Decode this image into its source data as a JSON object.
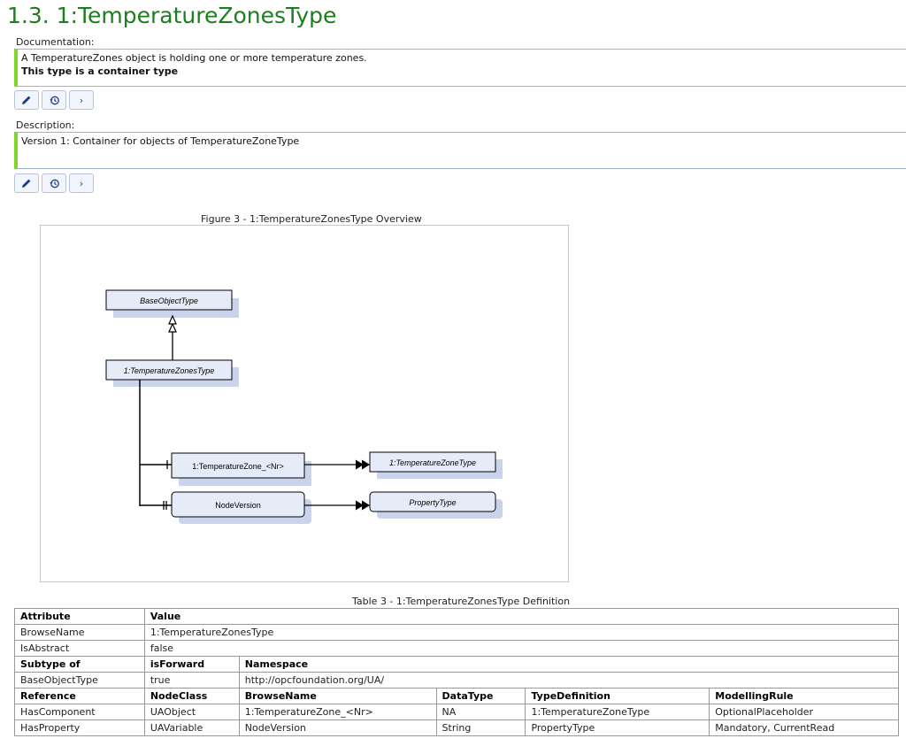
{
  "heading": "1.3. 1:TemperatureZonesType",
  "documentation": {
    "label": "Documentation:",
    "line1": "A TemperatureZones object is holding one or more temperature zones.",
    "line2": "This type is a container type"
  },
  "description": {
    "label": "Description:",
    "line1": "Version 1: Container for objects of TemperatureZoneType"
  },
  "buttons": {
    "edit_icon": "pencil-icon",
    "history_icon": "history-icon",
    "expand_icon": "chevron-right-icon",
    "expand_glyph": "›"
  },
  "figure": {
    "caption": "Figure 3 - 1:TemperatureZonesType Overview",
    "base": "BaseObjectType",
    "type": "1:TemperatureZonesType",
    "zone": "1:TemperatureZone_<Nr>",
    "zone_type": "1:TemperatureZoneType",
    "nodeversion": "NodeVersion",
    "property_type": "PropertyType"
  },
  "table": {
    "caption": "Table 3 - 1:TemperatureZonesType Definition",
    "attr_header": [
      "Attribute",
      "Value"
    ],
    "attr_rows": [
      [
        "BrowseName",
        "1:TemperatureZonesType"
      ],
      [
        "IsAbstract",
        "false"
      ]
    ],
    "subtype_header": [
      "Subtype of",
      "isForward",
      "Namespace"
    ],
    "subtype_row": [
      "BaseObjectType",
      "true",
      "http://opcfoundation.org/UA/"
    ],
    "ref_header": [
      "Reference",
      "NodeClass",
      "BrowseName",
      "DataType",
      "TypeDefinition",
      "ModellingRule"
    ],
    "ref_rows": [
      [
        "HasComponent",
        "UAObject",
        "1:TemperatureZone_<Nr>",
        "NA",
        "1:TemperatureZoneType",
        "OptionalPlaceholder"
      ],
      [
        "HasProperty",
        "UAVariable",
        "NodeVersion",
        "String",
        "PropertyType",
        "Mandatory, CurrentRead"
      ]
    ]
  },
  "colors": {
    "heading": "#1e7d1e",
    "accent_bar": "#7fd62b",
    "box_fill": "#e6ecf7"
  }
}
